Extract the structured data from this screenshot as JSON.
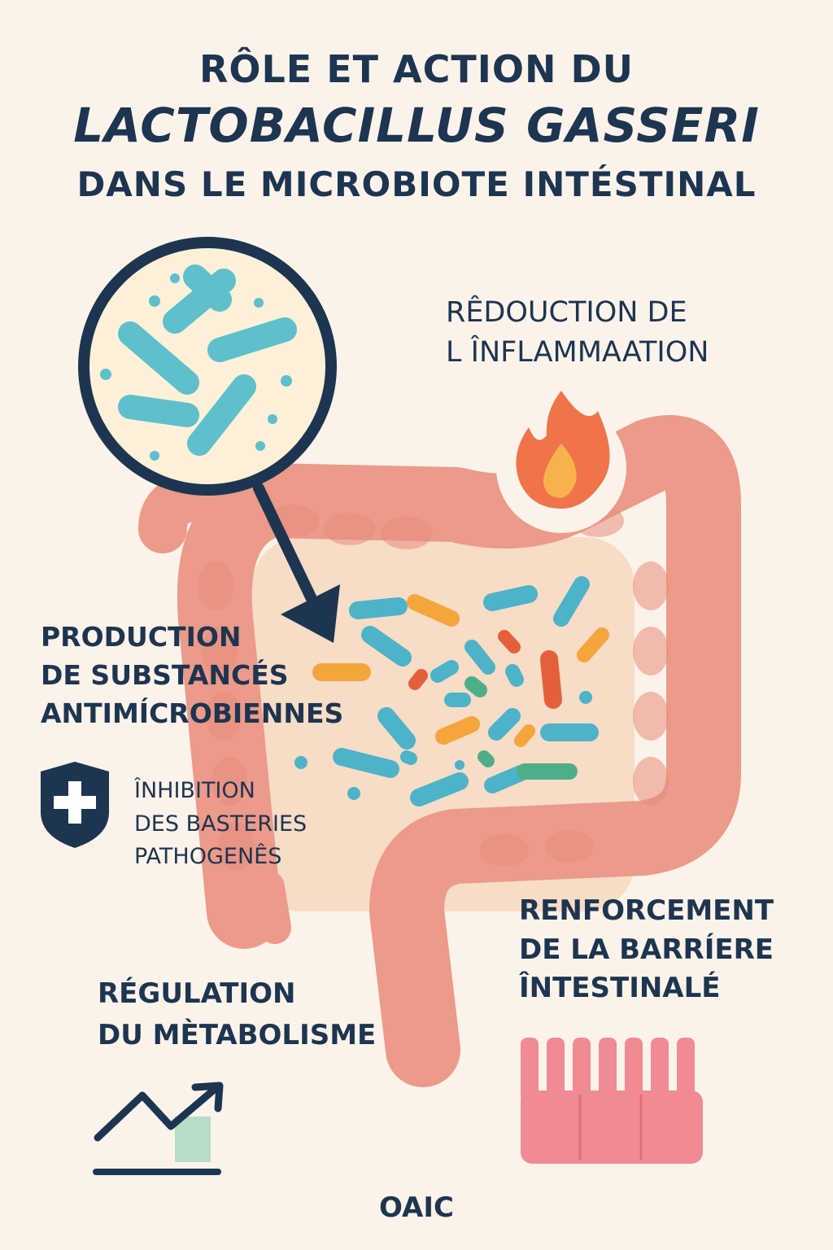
{
  "title": {
    "line1": "RÔLE ET ACTION DU",
    "line2": "LACTOBACILLUS GASSERI",
    "line3": "DANS LE MICROBIOTE INTÉSTINAL"
  },
  "labels": {
    "inflammation": [
      "RÊDOUCTION DE",
      "L ÎNFLAMMAATION"
    ],
    "production": [
      "PRODUCTION",
      "DE SUBSTANCÉS",
      "ANTIMÍCROBIENNES"
    ],
    "inhibition": [
      "ÎNHIBITION",
      "DES BASTERIES",
      "PATHOGENÊS"
    ],
    "regulation": [
      "RÉGULATION",
      "DU MÈTABOLISME"
    ],
    "barrier": [
      "RENFORCEMENT",
      "DE LA BARRÍERE",
      "ÎNTESTINALÉ"
    ]
  },
  "footer": "OAIC",
  "icons": [
    "magnifier-icon",
    "flame-icon",
    "shield-plus-icon",
    "trend-arrow-icon",
    "intestinal-villi-icon"
  ],
  "colors": {
    "navy": "#1d3550",
    "intestine": "#ec9a8a",
    "bacteria_blue": "#4db3c9",
    "bacteria_orange": "#f4a53c",
    "bacteria_red": "#e4603a",
    "bacteria_green": "#4fae8a",
    "background": "#fbf3ea"
  }
}
